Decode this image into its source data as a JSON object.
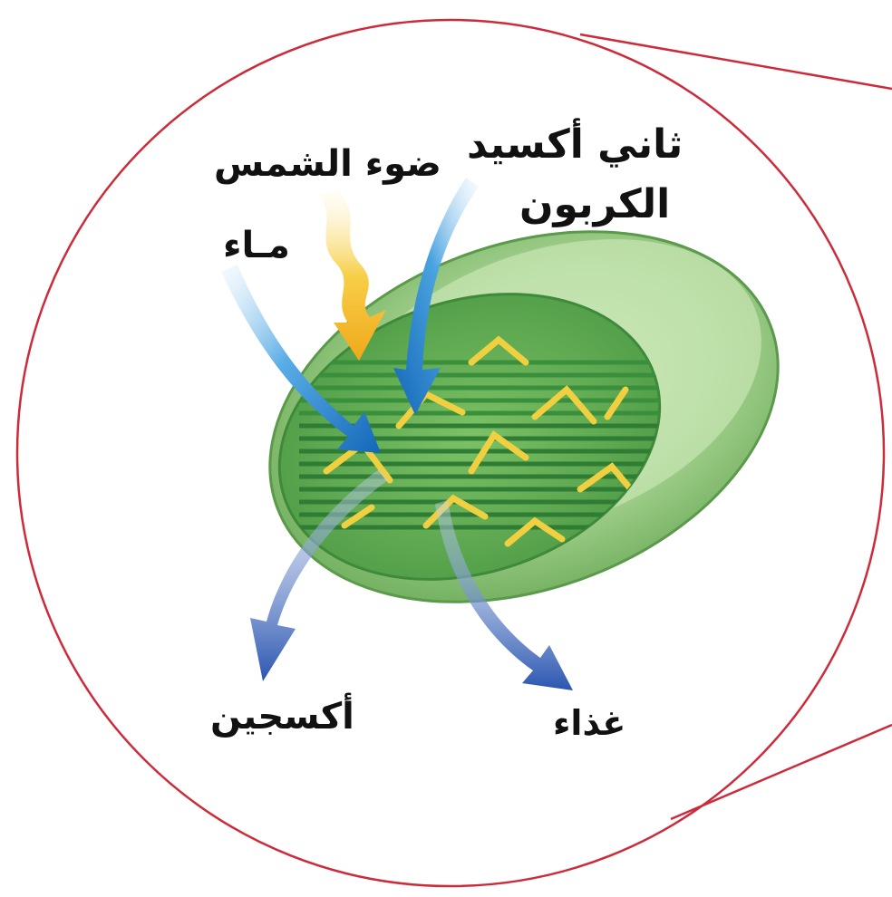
{
  "labels": {
    "carbon_dioxide_line1": "ثاني أكسيد",
    "carbon_dioxide_line2": "الكربون",
    "sunlight": "ضوء الشمس",
    "water": "مـاء",
    "oxygen": "أكسجين",
    "food": "غذاء"
  },
  "colors": {
    "outline": "#cc2b3a",
    "chloroplast_outer": "#9dcc86",
    "chloroplast_inner": "#6fb45a",
    "thylakoid": "#3f9a45",
    "stroma_yellow": "#e6c63a",
    "sun_arrow": "#f2b81e",
    "input_arrow": "#1d7fcf",
    "output_arrow": "#2e5cb8"
  }
}
